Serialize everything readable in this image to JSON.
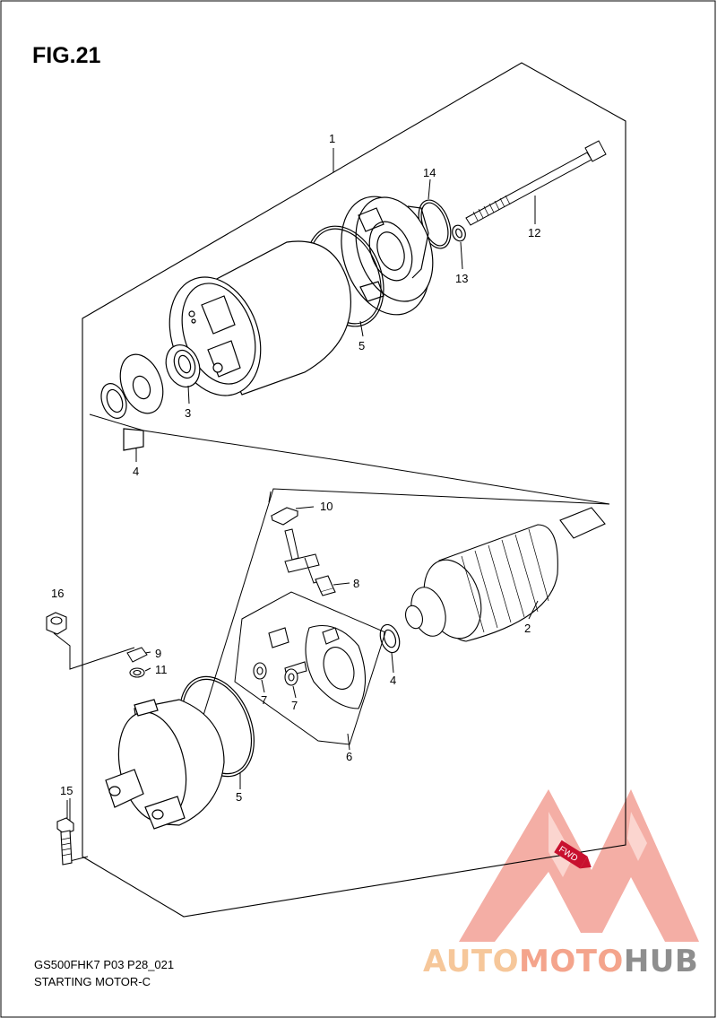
{
  "figure": {
    "title": "FIG.21",
    "model_code": "GS500FHK7 P03 P28_021",
    "assembly_name": "STARTING MOTOR-C"
  },
  "callouts": [
    {
      "ref": "1"
    },
    {
      "ref": "14"
    },
    {
      "ref": "12"
    },
    {
      "ref": "13"
    },
    {
      "ref": "5"
    },
    {
      "ref": "3"
    },
    {
      "ref": "4"
    },
    {
      "ref": "10"
    },
    {
      "ref": "8"
    },
    {
      "ref": "16"
    },
    {
      "ref": "9"
    },
    {
      "ref": "11"
    },
    {
      "ref": "2"
    },
    {
      "ref": "4"
    },
    {
      "ref": "7"
    },
    {
      "ref": "7"
    },
    {
      "ref": "6"
    },
    {
      "ref": "15"
    },
    {
      "ref": "5"
    }
  ],
  "watermark": {
    "part1": "AUTO",
    "part2": "MOTO",
    "part3": "HUB",
    "badge": "FWD",
    "colors": {
      "triangle": "#f19a8f",
      "auto": "#f6c79a",
      "moto": "#f4a48c",
      "hub": "#8e8e8e",
      "badge": "#c8102e"
    }
  }
}
